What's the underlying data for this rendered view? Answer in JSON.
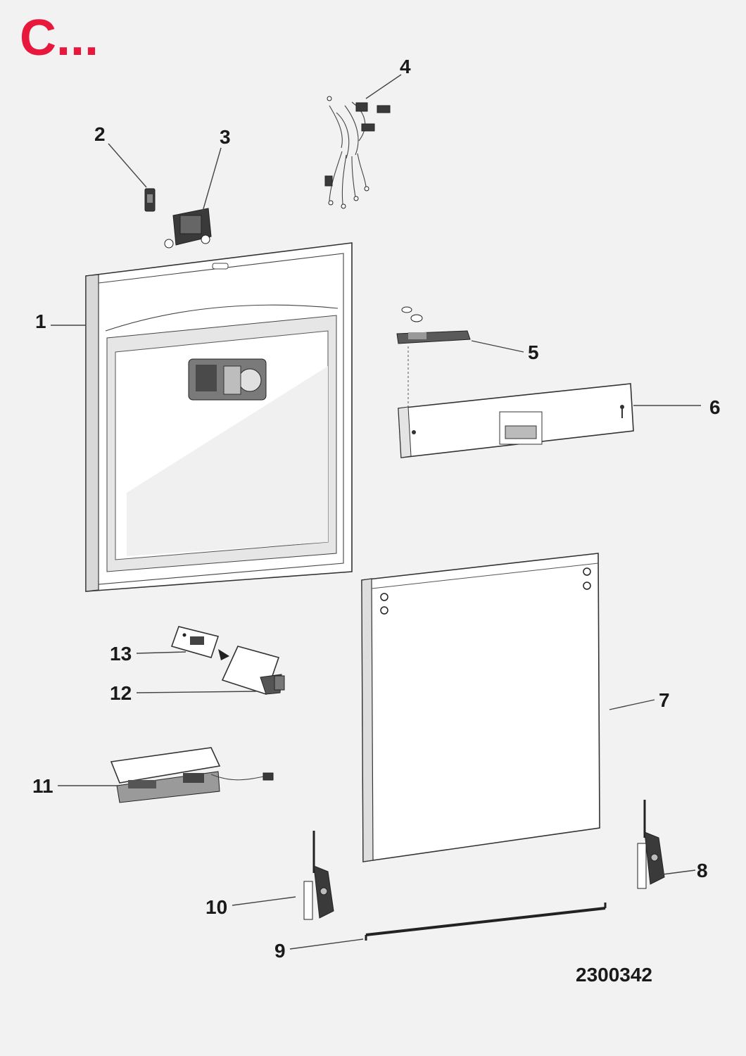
{
  "header": {
    "section_letter": "C...",
    "accent_color": "#e8173c"
  },
  "drawing_number": "2300342",
  "parts": [
    {
      "id": "1",
      "label": "1"
    },
    {
      "id": "2",
      "label": "2"
    },
    {
      "id": "3",
      "label": "3"
    },
    {
      "id": "4",
      "label": "4"
    },
    {
      "id": "5",
      "label": "5"
    },
    {
      "id": "6",
      "label": "6"
    },
    {
      "id": "7",
      "label": "7"
    },
    {
      "id": "8",
      "label": "8"
    },
    {
      "id": "9",
      "label": "9"
    },
    {
      "id": "10",
      "label": "10"
    },
    {
      "id": "11",
      "label": "11"
    },
    {
      "id": "12",
      "label": "12"
    },
    {
      "id": "13",
      "label": "13"
    }
  ]
}
